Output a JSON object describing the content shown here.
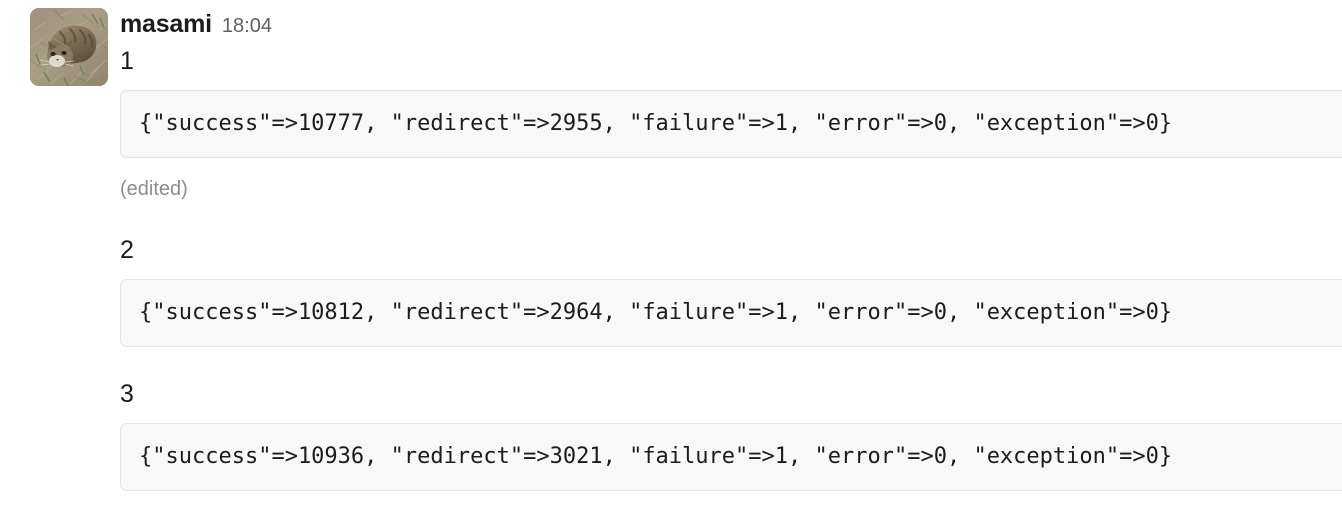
{
  "message": {
    "avatar": {
      "icon": "cat-photo-avatar",
      "alt": "masami avatar: cat lying in dry grass"
    },
    "username": "masami",
    "timestamp": "18:04",
    "edited_label": "(edited)",
    "entries": [
      {
        "label": "1",
        "code": "{\"success\"=>10777, \"redirect\"=>2955, \"failure\"=>1, \"error\"=>0, \"exception\"=>0}"
      },
      {
        "label": "2",
        "code": "{\"success\"=>10812, \"redirect\"=>2964, \"failure\"=>1, \"error\"=>0, \"exception\"=>0}"
      },
      {
        "label": "3",
        "code": "{\"success\"=>10936, \"redirect\"=>3021, \"failure\"=>1, \"error\"=>0, \"exception\"=>0}"
      }
    ]
  },
  "colors": {
    "text_primary": "#1d1c1d",
    "text_secondary": "#616061",
    "text_muted": "#8d8d8d",
    "code_bg": "#f8f8f8",
    "code_border": "#e2e2e2",
    "page_bg": "#ffffff"
  }
}
